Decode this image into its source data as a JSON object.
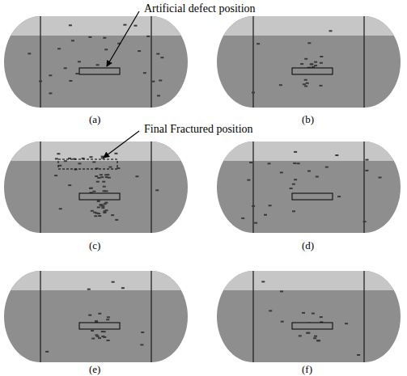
{
  "diagram": {
    "labels": [
      "Artificial defect position",
      "(a)",
      "(b)",
      "Final Fractured position",
      "(c)",
      "(d)",
      "(e)",
      "(f)"
    ]
  }
}
